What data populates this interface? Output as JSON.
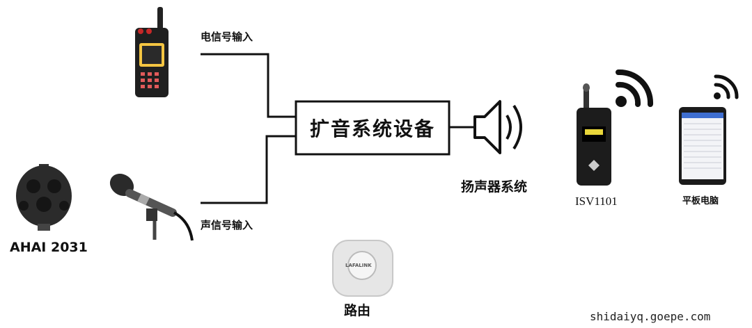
{
  "diagram": {
    "electric_input_label": "电信号输入",
    "acoustic_input_label": "声信号输入",
    "amplifier_label": "扩音系统设备",
    "speaker_label": "扬声器系统",
    "head_device_label": "AHAI 2031",
    "meter_label": "ISV1101",
    "tablet_label": "平板电脑",
    "router_label": "路由",
    "router_brand": "LAFALINK",
    "watermark": "shidaiyq.goepe.com"
  }
}
